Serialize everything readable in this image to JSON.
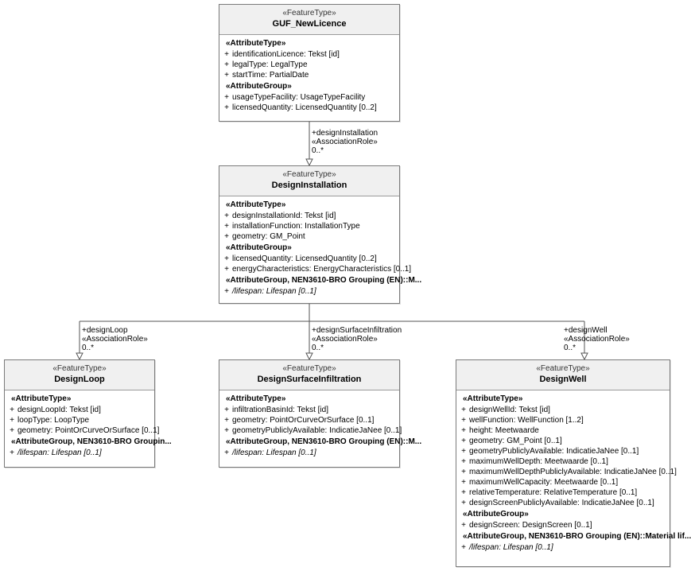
{
  "diagram": {
    "type": "uml-class-diagram",
    "background": "#ffffff",
    "header_fill": "#f0f0f0",
    "border_color": "#7a7a7a"
  },
  "classes": {
    "guf_newlicence": {
      "stereotype": "«FeatureType»",
      "name": "GUF_NewLicence",
      "groups": [
        {
          "label": "«AttributeType»",
          "attributes": [
            {
              "vis": "+",
              "text": "identificationLicence: Tekst [id]"
            },
            {
              "vis": "+",
              "text": "legalType: LegalType"
            },
            {
              "vis": "+",
              "text": "startTime: PartialDate"
            }
          ]
        },
        {
          "label": "«AttributeGroup»",
          "attributes": [
            {
              "vis": "+",
              "text": "usageTypeFacility: UsageTypeFacility"
            },
            {
              "vis": "+",
              "text": "licensedQuantity: LicensedQuantity [0..2]"
            }
          ]
        }
      ]
    },
    "designinstallation": {
      "stereotype": "«FeatureType»",
      "name": "DesignInstallation",
      "groups": [
        {
          "label": "«AttributeType»",
          "attributes": [
            {
              "vis": "+",
              "text": "designInstallationId: Tekst [id]"
            },
            {
              "vis": "+",
              "text": "installationFunction: InstallationType"
            },
            {
              "vis": "+",
              "text": "geometry: GM_Point"
            }
          ]
        },
        {
          "label": "«AttributeGroup»",
          "attributes": [
            {
              "vis": "+",
              "text": "licensedQuantity: LicensedQuantity [0..2]"
            },
            {
              "vis": "+",
              "text": "energyCharacteristics: EnergyCharacteristics [0..1]"
            }
          ]
        },
        {
          "label": "«AttributeGroup, NEN3610-BRO Grouping (EN)::M...",
          "attributes": [
            {
              "vis": "+",
              "text": "/lifespan: Lifespan [0..1]",
              "italic": true
            }
          ]
        }
      ]
    },
    "designloop": {
      "stereotype": "«FeatureType»",
      "name": "DesignLoop",
      "groups": [
        {
          "label": "«AttributeType»",
          "attributes": [
            {
              "vis": "+",
              "text": "designLoopId: Tekst [id]"
            },
            {
              "vis": "+",
              "text": "loopType: LoopType"
            },
            {
              "vis": "+",
              "text": "geometry: PointOrCurveOrSurface [0..1]"
            }
          ]
        },
        {
          "label": "«AttributeGroup, NEN3610-BRO Groupin...",
          "attributes": [
            {
              "vis": "+",
              "text": "/lifespan: Lifespan [0..1]",
              "italic": true
            }
          ]
        }
      ]
    },
    "designsurfaceinfiltration": {
      "stereotype": "«FeatureType»",
      "name": "DesignSurfaceInfiltration",
      "groups": [
        {
          "label": "«AttributeType»",
          "attributes": [
            {
              "vis": "+",
              "text": "infiltrationBasinId: Tekst [id]"
            },
            {
              "vis": "+",
              "text": "geometry: PointOrCurveOrSurface [0..1]"
            },
            {
              "vis": "+",
              "text": "geometryPubliclyAvailable: IndicatieJaNee [0..1]"
            }
          ]
        },
        {
          "label": "«AttributeGroup, NEN3610-BRO Grouping (EN)::M...",
          "attributes": [
            {
              "vis": "+",
              "text": "/lifespan: Lifespan [0..1]",
              "italic": true
            }
          ]
        }
      ]
    },
    "designwell": {
      "stereotype": "«FeatureType»",
      "name": "DesignWell",
      "groups": [
        {
          "label": "«AttributeType»",
          "attributes": [
            {
              "vis": "+",
              "text": "designWellId: Tekst [id]"
            },
            {
              "vis": "+",
              "text": "wellFunction: WellFunction [1..2]"
            },
            {
              "vis": "+",
              "text": "height: Meetwaarde"
            },
            {
              "vis": "+",
              "text": "geometry: GM_Point [0..1]"
            },
            {
              "vis": "+",
              "text": "geometryPubliclyAvailable: IndicatieJaNee [0..1]"
            },
            {
              "vis": "+",
              "text": "maximumWellDepth: Meetwaarde [0..1]"
            },
            {
              "vis": "+",
              "text": "maximumWellDepthPubliclyAvailable: IndicatieJaNee [0..1]"
            },
            {
              "vis": "+",
              "text": "maximumWellCapacity: Meetwaarde [0..1]"
            },
            {
              "vis": "+",
              "text": "relativeTemperature: RelativeTemperature [0..1]"
            },
            {
              "vis": "+",
              "text": "designScreenPubliclyAvailable: IndicatieJaNee [0..1]"
            }
          ]
        },
        {
          "label": "«AttributeGroup»",
          "attributes": [
            {
              "vis": "+",
              "text": "designScreen: DesignScreen [0..1]"
            }
          ]
        },
        {
          "label": "«AttributeGroup, NEN3610-BRO Grouping (EN)::Material lif...",
          "attributes": [
            {
              "vis": "+",
              "text": "/lifespan: Lifespan [0..1]",
              "italic": true
            }
          ]
        }
      ]
    }
  },
  "associations": {
    "design_installation": {
      "role": "+designInstallation",
      "stereotype": "«AssociationRole»",
      "multiplicity": "0..*"
    },
    "design_loop": {
      "role": "+designLoop",
      "stereotype": "«AssociationRole»",
      "multiplicity": "0..*"
    },
    "design_surface_infiltration": {
      "role": "+designSurfaceInfiltration",
      "stereotype": "«AssociationRole»",
      "multiplicity": "0..*"
    },
    "design_well": {
      "role": "+designWell",
      "stereotype": "«AssociationRole»",
      "multiplicity": "0..*"
    }
  }
}
